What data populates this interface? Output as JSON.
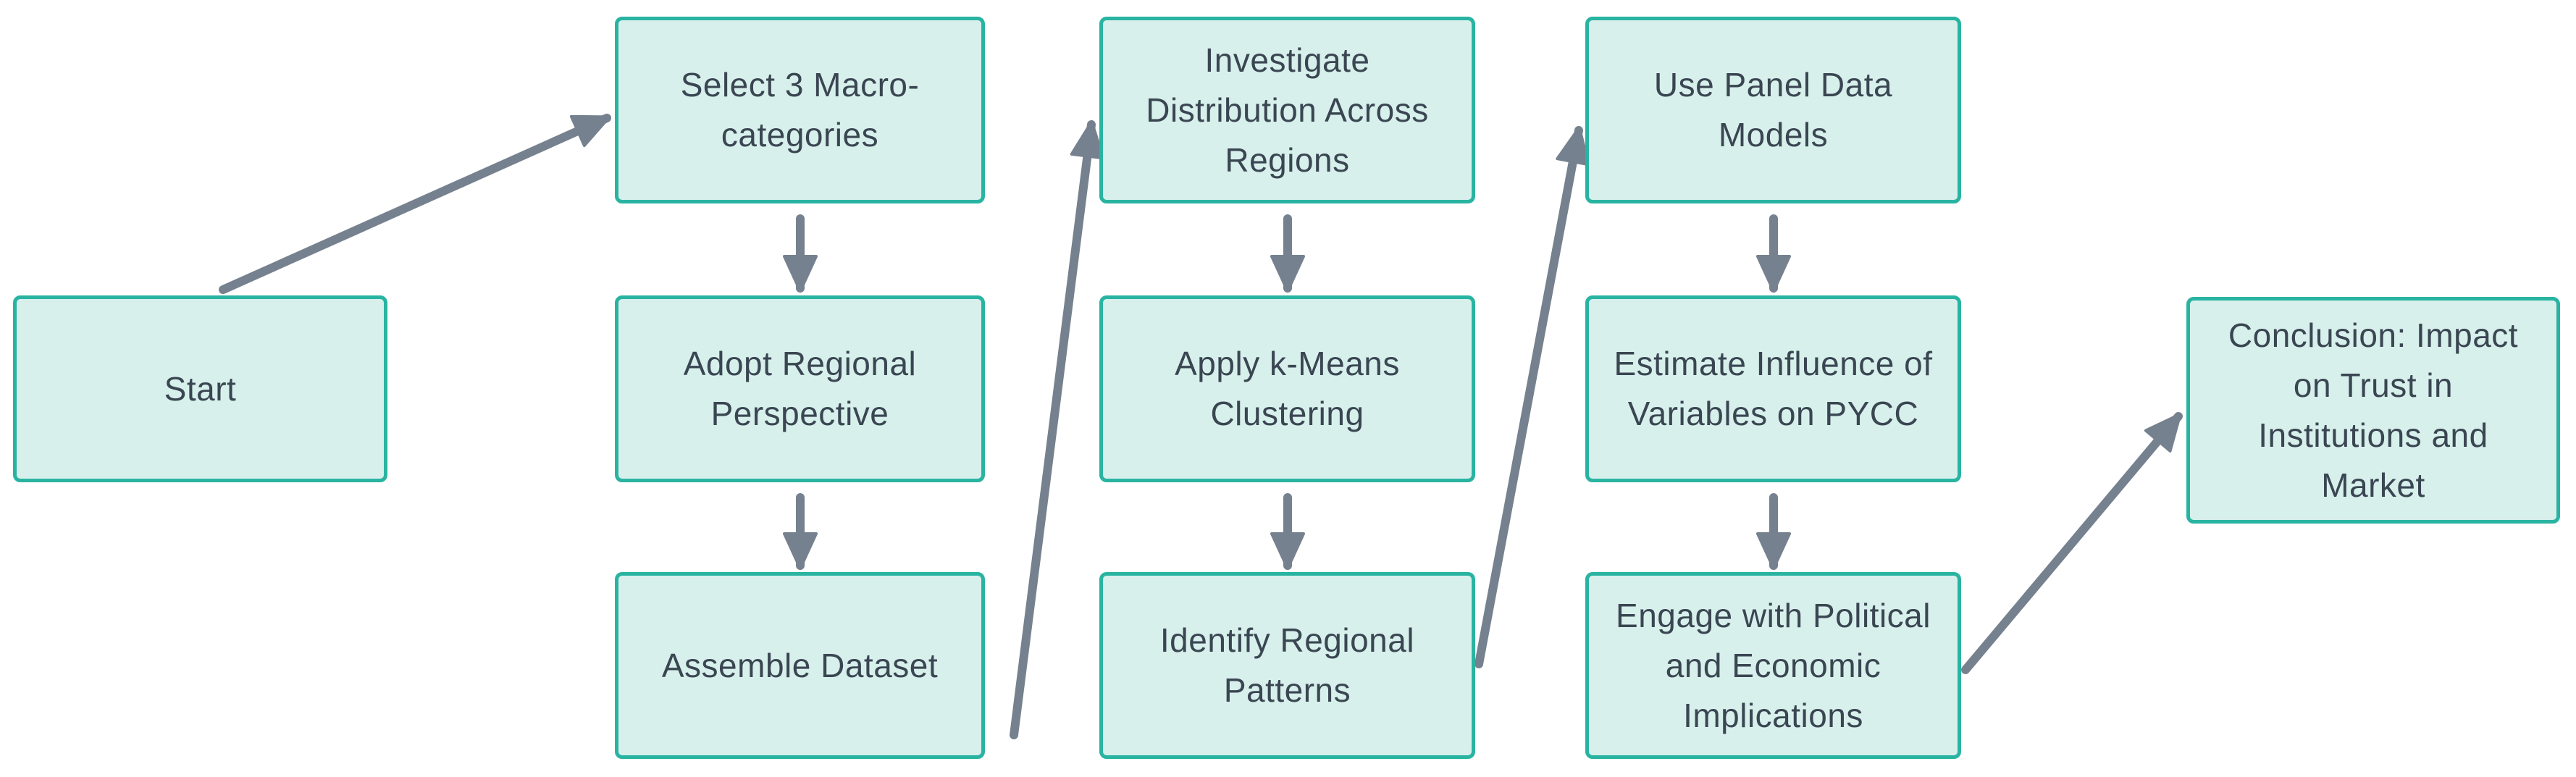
{
  "diagram": {
    "type": "flowchart",
    "title": "Research methodology flowchart",
    "colors": {
      "node_fill": "#d8f0ec",
      "node_border": "#29b4a2",
      "node_text": "#3a4652",
      "arrow": "#75818e",
      "background": "#ffffff"
    },
    "nodes": [
      {
        "id": "start",
        "label": "Start"
      },
      {
        "id": "select-macro",
        "label": "Select 3 Macro-\ncategories"
      },
      {
        "id": "adopt-regional",
        "label": "Adopt Regional\nPerspective"
      },
      {
        "id": "assemble-dataset",
        "label": "Assemble Dataset"
      },
      {
        "id": "investigate-distribution",
        "label": "Investigate\nDistribution Across\nRegions"
      },
      {
        "id": "apply-kmeans",
        "label": "Apply k-Means\nClustering"
      },
      {
        "id": "identify-patterns",
        "label": "Identify Regional\nPatterns"
      },
      {
        "id": "use-panel-models",
        "label": "Use Panel Data\nModels"
      },
      {
        "id": "estimate-influence",
        "label": "Estimate Influence of\nVariables on PYCC"
      },
      {
        "id": "engage-implications",
        "label": "Engage with Political\nand Economic\nImplications"
      },
      {
        "id": "conclusion",
        "label": "Conclusion: Impact\non Trust in\nInstitutions and\nMarket"
      }
    ],
    "edges": [
      {
        "from": "start",
        "to": "select-macro"
      },
      {
        "from": "select-macro",
        "to": "adopt-regional"
      },
      {
        "from": "adopt-regional",
        "to": "assemble-dataset"
      },
      {
        "from": "assemble-dataset",
        "to": "investigate-distribution"
      },
      {
        "from": "investigate-distribution",
        "to": "apply-kmeans"
      },
      {
        "from": "apply-kmeans",
        "to": "identify-patterns"
      },
      {
        "from": "identify-patterns",
        "to": "use-panel-models"
      },
      {
        "from": "use-panel-models",
        "to": "estimate-influence"
      },
      {
        "from": "estimate-influence",
        "to": "engage-implications"
      },
      {
        "from": "engage-implications",
        "to": "conclusion"
      }
    ]
  }
}
